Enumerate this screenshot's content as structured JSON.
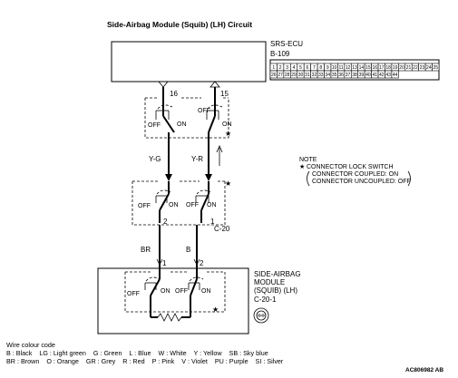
{
  "title": "Side-Airbag Module (Squib) (LH) Circuit",
  "ecu": {
    "name": "SRS-ECU",
    "connector": "B-109",
    "pins_row1": [
      "1",
      "2",
      "3",
      "4",
      "5",
      "6",
      "7",
      "8",
      "9",
      "10",
      "11",
      "12",
      "13",
      "14",
      "15",
      "16",
      "17",
      "18",
      "19",
      "20",
      "21",
      "22",
      "23",
      "24",
      "25"
    ],
    "pins_row2": [
      "26",
      "27",
      "28",
      "29",
      "30",
      "31",
      "32",
      "33",
      "34",
      "35",
      "36",
      "37",
      "38",
      "39",
      "40",
      "41",
      "42",
      "43",
      "44"
    ],
    "terminal_left": "16",
    "terminal_right": "15"
  },
  "switch_labels": {
    "off": "OFF",
    "on": "ON",
    "star": "★"
  },
  "wires": {
    "left_color": "Y-G",
    "right_color": "Y-R",
    "lower_left_color": "BR",
    "lower_right_color": "B"
  },
  "mid_connector": {
    "name": "C-20",
    "pin_left": "2",
    "pin_right": "1"
  },
  "module": {
    "line1": "SIDE-AIRBAG",
    "line2": "MODULE",
    "line3": "(SQUIB) (LH)",
    "connector": "C-20-1",
    "pin_left": "1",
    "pin_right": "2"
  },
  "note": {
    "title": "NOTE",
    "line1": "CONNECTOR LOCK SWITCH",
    "line2": "CONNECTOR COUPLED: ON",
    "line3": "CONNECTOR UNCOUPLED: OFF"
  },
  "legend": {
    "title": "Wire colour code",
    "row1": "B : Black    LG : Light green    G : Green    L : Blue    W : White    Y : Yellow    SB : Sky blue",
    "row2": "BR : Brown    O : Orange    GR : Grey    R : Red    P : Pink    V : Violet    PU : Purple    SI : Silver"
  },
  "figure_id": "AC806982 AB"
}
